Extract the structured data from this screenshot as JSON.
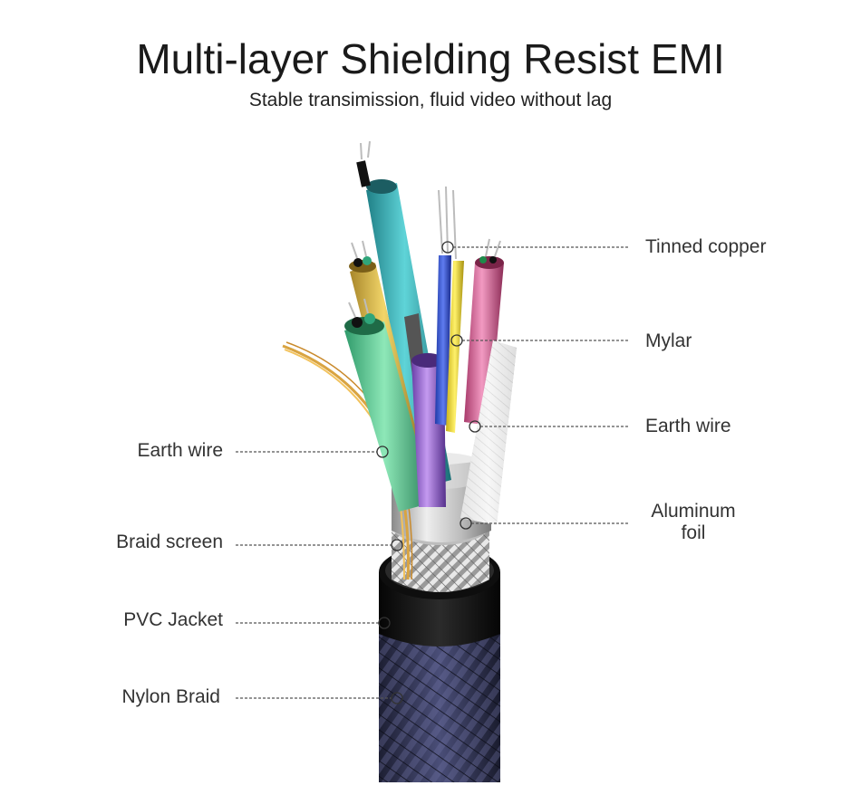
{
  "header": {
    "title": "Multi-layer Shielding Resist EMI",
    "subtitle": "Stable transimission, fluid video without lag"
  },
  "callouts": {
    "tinned_copper": "Tinned copper",
    "mylar": "Mylar",
    "earth_wire_right": "Earth wire",
    "aluminum_foil_line1": "Aluminum",
    "aluminum_foil_line2": "foil",
    "earth_wire_left": "Earth wire",
    "braid_screen": "Braid screen",
    "pvc_jacket": "PVC Jacket",
    "nylon_braid": "Nylon Braid"
  },
  "colors": {
    "leader_line": "#555555",
    "nylon_braid": "#3a3d5c",
    "pvc_jacket": "#141414",
    "foil": "#c9c9c9",
    "earth_wire": "#d9a441"
  }
}
